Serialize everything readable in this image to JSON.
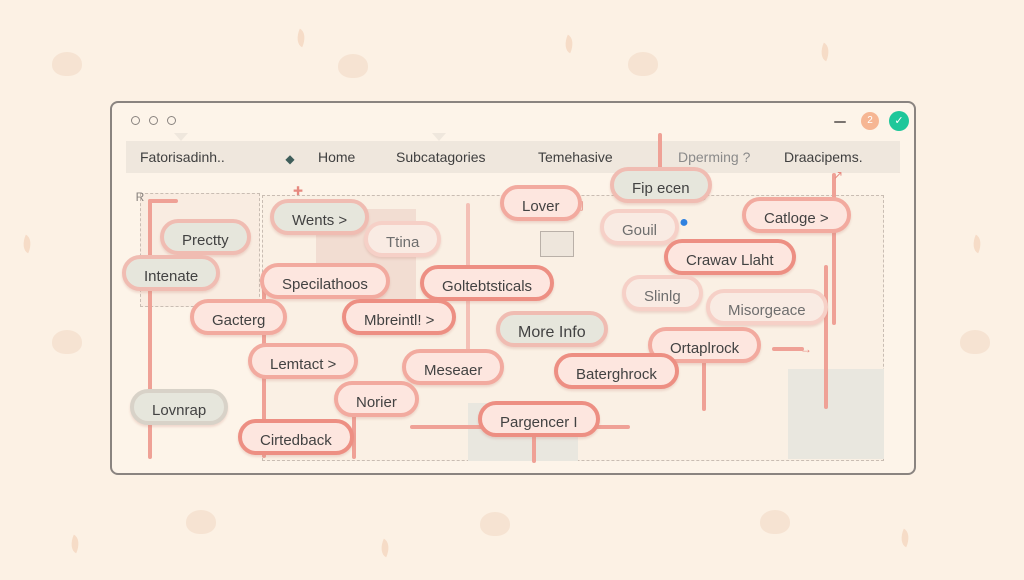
{
  "window": {
    "badge_text": "2",
    "check_icon": "check-icon",
    "nav": [
      "Fatorisadinh..",
      "Home",
      "Subcatagories",
      "Temehasive",
      "Dperming ?",
      "Draacipems."
    ]
  },
  "pills": [
    "Wents >",
    "Lover",
    "Fip ecen",
    "Catloge >",
    "Prectty",
    "Ttina",
    "Gouil",
    "Crawav Llaht",
    "Intenate",
    "Specilathoos",
    "Goltebtsticals",
    "Slinlg",
    "Misorgeace",
    "Gacterg",
    "Mbreintl! >",
    "More Info",
    "Ortaplrock",
    "Lemtact >",
    "Meseaer",
    "Baterghrock",
    "Norier",
    "Lovnrap",
    "Pargencer I",
    "Cirtedback"
  ],
  "decor": {
    "r_label": "R"
  },
  "colors": {
    "accent": "#f2aa9f",
    "check": "#1ec79a",
    "badge": "#f6b693"
  }
}
